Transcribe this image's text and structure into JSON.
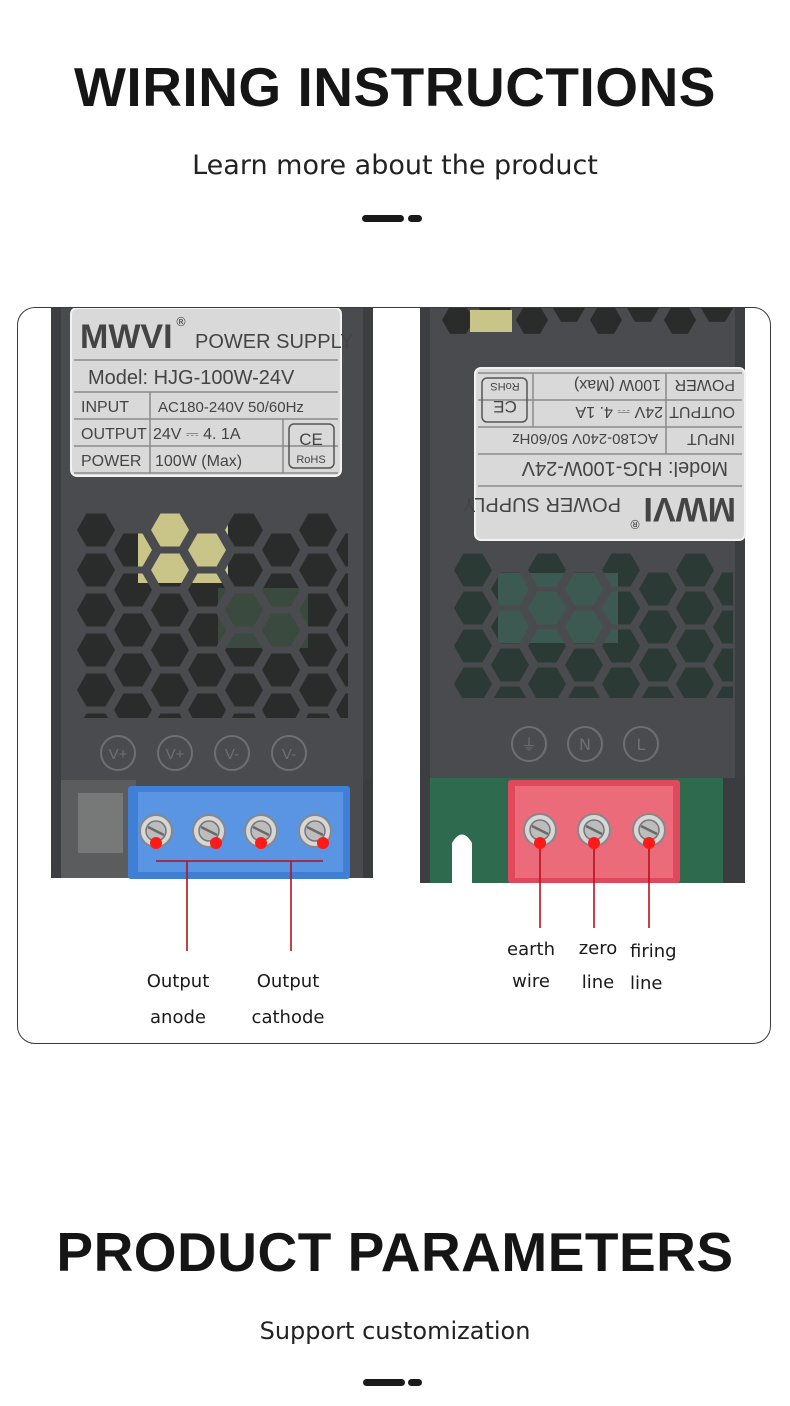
{
  "wiring_section": {
    "title": "WIRING INSTRUCTIONS",
    "subtitle": "Learn more about the product"
  },
  "left_device": {
    "label_brand": "MWVI",
    "label_registered": "®",
    "label_product": "POWER SUPPLY",
    "model": "Model: HJG-100W-24V",
    "rows": [
      {
        "key": "INPUT",
        "value": "AC180-240V 50/60Hz"
      },
      {
        "key": "OUTPUT",
        "value": "24V ⎓ 4. 1A"
      },
      {
        "key": "POWER",
        "value": "100W (Max)"
      }
    ],
    "cert_ce": "CE",
    "cert_rohs": "RoHS",
    "terminal_marks": [
      "V+",
      "V+",
      "V-",
      "V-"
    ],
    "callouts": {
      "anode": [
        "Output",
        "anode"
      ],
      "cathode": [
        "Output",
        "cathode"
      ]
    }
  },
  "right_device": {
    "label_brand": "MWVI",
    "label_registered": "®",
    "label_product": "POWER SUPPLY",
    "model": "Model: HJG-100W-24V",
    "rows": [
      {
        "key": "INPUT",
        "value": "AC180-240V 50/60Hz"
      },
      {
        "key": "OUTPUT",
        "value": "24V ⎓ 4. 1A"
      },
      {
        "key": "POWER",
        "value": "100W (Max)"
      }
    ],
    "cert_ce": "CE",
    "cert_rohs": "RoHS",
    "terminal_marks": [
      "⏚",
      "N",
      "L"
    ],
    "callouts": {
      "earth": [
        "earth",
        "wire"
      ],
      "zero": [
        "zero",
        "line"
      ],
      "firing": [
        "firing",
        "line"
      ]
    }
  },
  "parameters_section": {
    "title": "PRODUCT PARAMETERS",
    "subtitle": "Support customization"
  },
  "colors": {
    "housing": "#4a4b4e",
    "housing_dark": "#3b3c3f",
    "label_bg": "#d9d9d9",
    "terminal_blue": "#3f7fd6",
    "terminal_red": "#e2485b",
    "pointer": "#b5121b",
    "dot": "#ff1a1a"
  }
}
